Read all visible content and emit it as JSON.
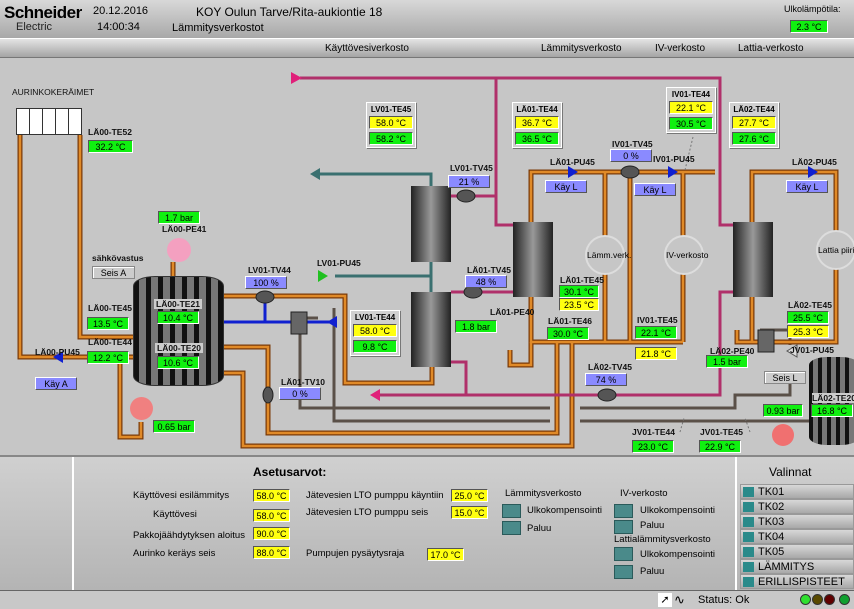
{
  "header": {
    "brand": "Schneider",
    "brand_sub": "Electric",
    "date": "20.12.2016",
    "time": "14:00:34",
    "site": "KOY Oulun Tarve/Rita-aukiontie 18",
    "view": "Lämmitysverkostot",
    "outdoor_label": "Ulkolämpötila:",
    "outdoor_value": "2.3 °C"
  },
  "nav": [
    "Käyttövesiverkosto",
    "Lämmitysverkosto",
    "IV-verkosto",
    "Lattia-verkosto"
  ],
  "diagram": {
    "solar_title": "AURINKOKERÄIMET",
    "la00_te52": {
      "tag": "LÄ00-TE52",
      "value": "32.2 °C"
    },
    "la00_pe41": {
      "tag": "LÄ00-PE41",
      "value": "1.7 bar"
    },
    "heater": {
      "tag": "sähkövastus",
      "state": "Seis A"
    },
    "la00_te21": {
      "tag": "LÄ00-TE21",
      "value": "10.4 °C"
    },
    "la00_te20": {
      "tag": "LÄ00-TE20",
      "value": "10.6 °C"
    },
    "la00_te45": {
      "tag": "LÄ00-TE45",
      "value": "13.5 °C"
    },
    "la00_te44": {
      "tag": "LÄ00-TE44",
      "value": "12.2 °C"
    },
    "la00_pu45": {
      "tag": "LÄ00-PU45",
      "state": "Käy A"
    },
    "tank_pressure": "0.65 bar",
    "lv01_tv44": {
      "tag": "LV01-TV44",
      "value": "100 %"
    },
    "la01_tv10": {
      "tag": "LÄ01-TV10",
      "value": "0 %"
    },
    "lv01_te45": {
      "tag": "LV01-TE45",
      "set": "58.0 °C",
      "value": "58.2 °C"
    },
    "lv01_tv45": {
      "tag": "LV01-TV45",
      "value": "21 %"
    },
    "lv01_pu45": {
      "tag": "LV01-PU45"
    },
    "la01_tv45": {
      "tag": "LÄ01-TV45",
      "value": "48 %"
    },
    "lv01_te44": {
      "tag": "LV01-TE44",
      "set": "58.0 °C",
      "value": "9.8 °C"
    },
    "la01_pe40": {
      "tag": "LÄ01-PE40",
      "value": "1.8 bar"
    },
    "la01_te44": {
      "tag": "LÄ01-TE44",
      "set": "36.7 °C",
      "value": "36.5 °C"
    },
    "la01_pu45": {
      "tag": "LÄ01-PU45",
      "state": "Käy L"
    },
    "iv01_tv45": {
      "tag": "IV01-TV45",
      "value": "0 %"
    },
    "iv01_pu45": {
      "tag": "IV01-PU45",
      "state": "Käy L"
    },
    "iv01_te44": {
      "tag": "IV01-TE44",
      "set": "22.1 °C",
      "value": "30.5 °C"
    },
    "la02_te44": {
      "tag": "LÄ02-TE44",
      "set": "27.7 °C",
      "value": "27.6 °C"
    },
    "la02_pu45": {
      "tag": "LÄ02-PU45",
      "state": "Käy L"
    },
    "circuit_lamm": "Lämm.verk.",
    "circuit_iv": "IV-verkosto",
    "circuit_lattia": "Lattia piiri",
    "la01_te45": {
      "tag": "LÄ01-TE45",
      "value": "30.1 °C",
      "set": "23.5 °C"
    },
    "la01_te46": {
      "tag": "LÄ01-TE46",
      "value": "30.0 °C"
    },
    "iv01_te45": {
      "tag": "IV01-TE45",
      "value": "22.1 °C",
      "set": "21.8 °C"
    },
    "la02_te45": {
      "tag": "LÄ02-TE45",
      "value": "25.5 °C",
      "set": "25.3 °C"
    },
    "la02_tv45": {
      "tag": "LÄ02-TV45",
      "value": "74 %"
    },
    "la02_pe40": {
      "tag": "LÄ02-PE40",
      "value": "1.5 bar"
    },
    "jv01_pu45": {
      "tag": "JV01-PU45",
      "state": "Seis L"
    },
    "la02_te20": {
      "tag": "LÄ02-TE20",
      "value": "16.8 °C"
    },
    "jv_pressure": "0.93 bar",
    "jv01_te44": {
      "tag": "JV01-TE44",
      "value": "23.0 °C"
    },
    "jv01_te45": {
      "tag": "JV01-TE45",
      "value": "22.9 °C"
    }
  },
  "settings": {
    "title": "Asetusarvot:",
    "rows": [
      {
        "label": "Käyttövesi esilämmitys",
        "value": "58.0 °C"
      },
      {
        "label": "Käyttövesi",
        "value": "58.0 °C"
      },
      {
        "label": "Pakkojäähdytyksen aloitus",
        "value": "90.0 °C"
      },
      {
        "label": "Aurinko keräys seis",
        "value": "88.0 °C"
      },
      {
        "label": "Jätevesien LTO pumppu käyntiin",
        "value": "25.0 °C"
      },
      {
        "label": "Jätevesien LTO pumppu seis",
        "value": "15.0 °C"
      },
      {
        "label": "Pumpujen pysäytysraja",
        "value": "17.0 °C"
      }
    ],
    "lamm_title": "Lämmitysverkosto",
    "iv_title": "IV-verkosto",
    "lattia_title": "Lattialämmitysverkosto",
    "ulko": "Ulkokompensointi",
    "paluu": "Paluu"
  },
  "valinnat": {
    "title": "Valinnat",
    "items": [
      "TK01",
      "TK02",
      "TK03",
      "TK04",
      "TK05",
      "LÄMMITYS",
      "ERILLISPISTEET"
    ]
  },
  "status": {
    "text": "Status: Ok"
  }
}
